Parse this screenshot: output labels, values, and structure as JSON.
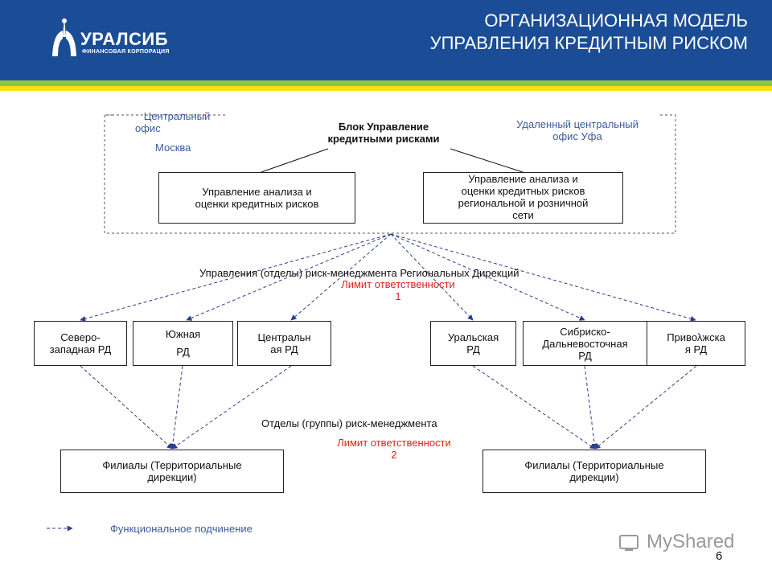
{
  "header": {
    "title_line1": "ОРГАНИЗАЦИОННАЯ МОДЕЛЬ",
    "title_line2": "УПРАВЛЕНИЯ КРЕДИТНЫМ РИСКОМ",
    "logo_text": "УРАЛСИБ",
    "logo_subtext": "ФИНАНСОВАЯ КОРПОРАЦИЯ",
    "colors": {
      "header_bg": "#1b4d97",
      "stripe_green": "#8cc63f",
      "stripe_yellow": "#f7e017"
    }
  },
  "top_block": {
    "central_office_line1": "Центральный",
    "central_office_line2": "офис",
    "central_office_city": "Москва",
    "block_title_line1": "Блок Управление",
    "block_title_line2": "кредитными рисками",
    "remote_office_line1": "Удаленный центральный",
    "remote_office_line2": "офис Уфа",
    "left_box": [
      "Управление анализа и",
      "оценки кредитных рисков"
    ],
    "right_box": [
      "Управление анализа и",
      "оценки кредитных рисков",
      "региональной и розничной",
      "сети"
    ]
  },
  "middle": {
    "rd_label": "Управления (отделы) риск-менеджмента Региональных Дирекций",
    "limit1_line1": "Лимит ответственности",
    "limit1_line2": "1"
  },
  "regional_directorates": [
    [
      "Северо-",
      "западная РД"
    ],
    [
      "Южная",
      "РД"
    ],
    [
      "Центральн",
      "ая РД"
    ],
    [
      "Уральская",
      "РД"
    ],
    [
      "Сибриско-",
      "Дальневосточная",
      "РД"
    ],
    [
      "Привολжска",
      "я РД"
    ]
  ],
  "lower": {
    "groups_label": "Отделы (группы) риск-менеджмента",
    "limit2_line1": "Лимит ответственности",
    "limit2_line2": "2",
    "branches_left": [
      "Филиалы (Территориальные",
      "дирекции)"
    ],
    "branches_right": [
      "Филиалы (Территориальные",
      "дирекции)"
    ]
  },
  "legend": {
    "label": "Функциональное подчинение"
  },
  "footer": {
    "watermark": "MyShared",
    "page_number": "6"
  }
}
